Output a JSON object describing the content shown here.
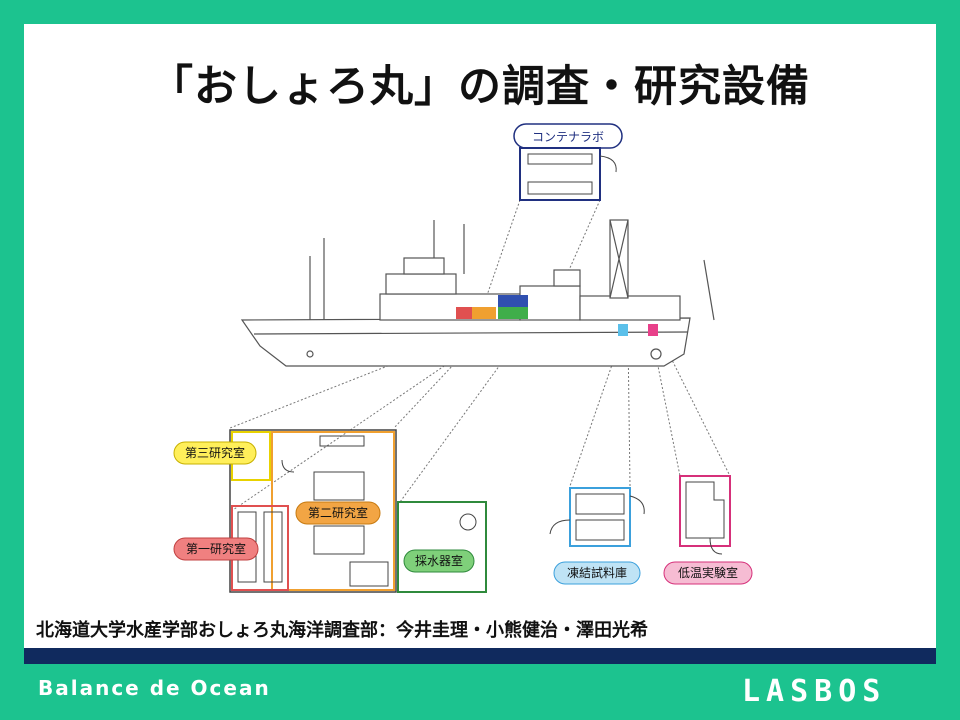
{
  "title": "「おしょろ丸」の調査・研究設備",
  "labels": {
    "container_lab": "コンテナラボ",
    "lab3": "第三研究室",
    "lab2": "第二研究室",
    "lab1": "第一研究室",
    "sampler_room": "採水器室",
    "freezer_storage": "凍結試料庫",
    "cold_lab": "低温実験室"
  },
  "credit": "北海道大学水産学部おしょろ丸海洋調査部：今井圭理・小熊健治・澤田光希",
  "footer": {
    "tagline": "Balance de Ocean",
    "logo": "LASBOS"
  },
  "colors": {
    "background": "#1cc38f",
    "bar": "#102a5e",
    "lab3": "#e8d200",
    "lab2": "#f0a030",
    "lab1": "#e05050",
    "sampler": "#2f8a3c",
    "freezer": "#3ba0dc",
    "cold": "#d6307a",
    "container": "#203080"
  }
}
